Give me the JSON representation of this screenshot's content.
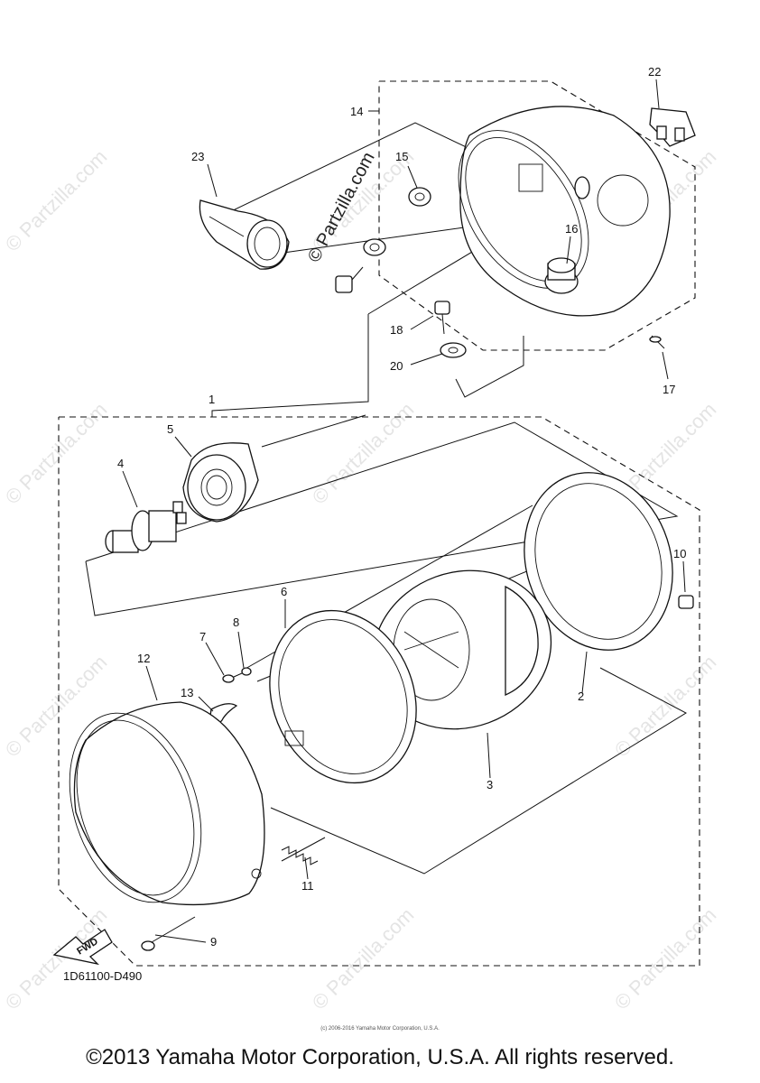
{
  "callouts": [
    {
      "id": "1",
      "label": "1"
    },
    {
      "id": "2",
      "label": "2"
    },
    {
      "id": "3",
      "label": "3"
    },
    {
      "id": "4",
      "label": "4"
    },
    {
      "id": "5",
      "label": "5"
    },
    {
      "id": "6",
      "label": "6"
    },
    {
      "id": "7",
      "label": "7"
    },
    {
      "id": "8",
      "label": "8"
    },
    {
      "id": "9",
      "label": "9"
    },
    {
      "id": "10",
      "label": "10"
    },
    {
      "id": "11",
      "label": "11"
    },
    {
      "id": "12",
      "label": "12"
    },
    {
      "id": "13",
      "label": "13"
    },
    {
      "id": "14",
      "label": "14"
    },
    {
      "id": "15",
      "label": "15"
    },
    {
      "id": "16",
      "label": "16"
    },
    {
      "id": "17",
      "label": "17"
    },
    {
      "id": "18",
      "label": "18"
    },
    {
      "id": "20",
      "label": "20"
    },
    {
      "id": "22",
      "label": "22"
    },
    {
      "id": "23",
      "label": "23"
    }
  ],
  "fwd_arrow_label": "FWD",
  "diagram_code": "1D61100-D490",
  "watermark_text": "© Partzilla.com",
  "fine_print": "(c) 2006-2016 Yamaha Motor Corporation, U.S.A.",
  "footer": "©2013 Yamaha Motor Corporation, U.S.A. All rights reserved."
}
